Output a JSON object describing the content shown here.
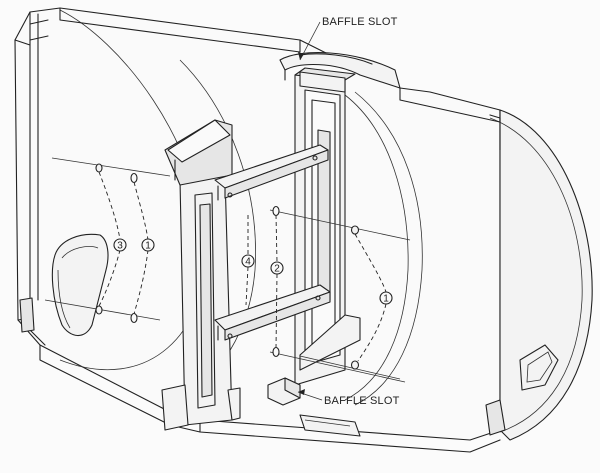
{
  "callouts": {
    "baffle_slot_top": "BAFFLE SLOT",
    "baffle_slot_bottom": "BAFFLE SLOT"
  },
  "part_numbers": {
    "left_bolt": "3",
    "left_washer": "1",
    "bracket": "4",
    "bracket_washer": "2",
    "right_washer": "1"
  }
}
